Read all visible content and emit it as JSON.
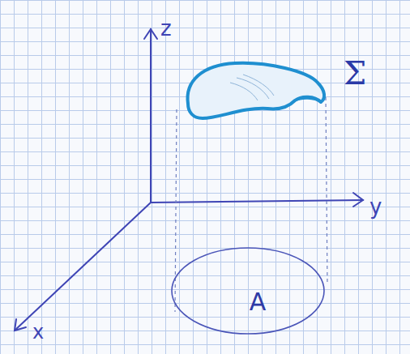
{
  "diagram": {
    "nodes": [
      {
        "text": [
          "A"
        ]
      }
    ],
    "labels": [
      "z",
      "y",
      "x",
      "Σ"
    ]
  }
}
